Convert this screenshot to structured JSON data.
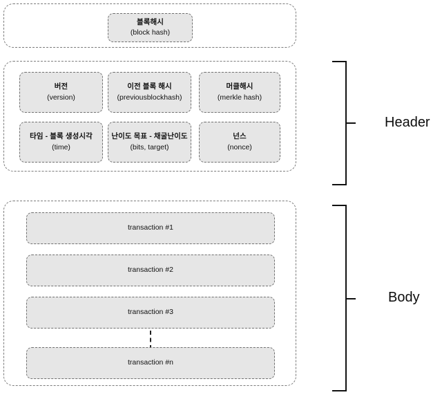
{
  "diagram": {
    "title_blockhash_group": "block-hash-container",
    "blockhash": {
      "ko": "블록해시",
      "en": "(block hash)"
    },
    "header": {
      "label": "Header",
      "cells": [
        {
          "ko": "버전",
          "en": "(version)"
        },
        {
          "ko": "이전 블록 해시",
          "en": "(previousblockhash)"
        },
        {
          "ko": "머클해시",
          "en": "(merkle hash)"
        },
        {
          "ko": "타임 - 블록 생성시각",
          "en": "(time)"
        },
        {
          "ko": "난이도 목표 - 채굴난이도",
          "en": "(bits, target)"
        },
        {
          "ko": "넌스",
          "en": "(nonce)"
        }
      ]
    },
    "body": {
      "label": "Body",
      "transactions": [
        {
          "label": "transaction #1"
        },
        {
          "label": "transaction #2"
        },
        {
          "label": "transaction #3"
        },
        {
          "label": "transaction #n"
        }
      ],
      "ellipsis_icon": "vertical-dashed-ellipsis"
    },
    "colors": {
      "cell_fill": "#e6e6e6",
      "dashed_border": "#6f6f6f",
      "group_border": "#7a7a7a",
      "bracket": "#111111",
      "text": "#111111",
      "background": "#ffffff"
    }
  }
}
